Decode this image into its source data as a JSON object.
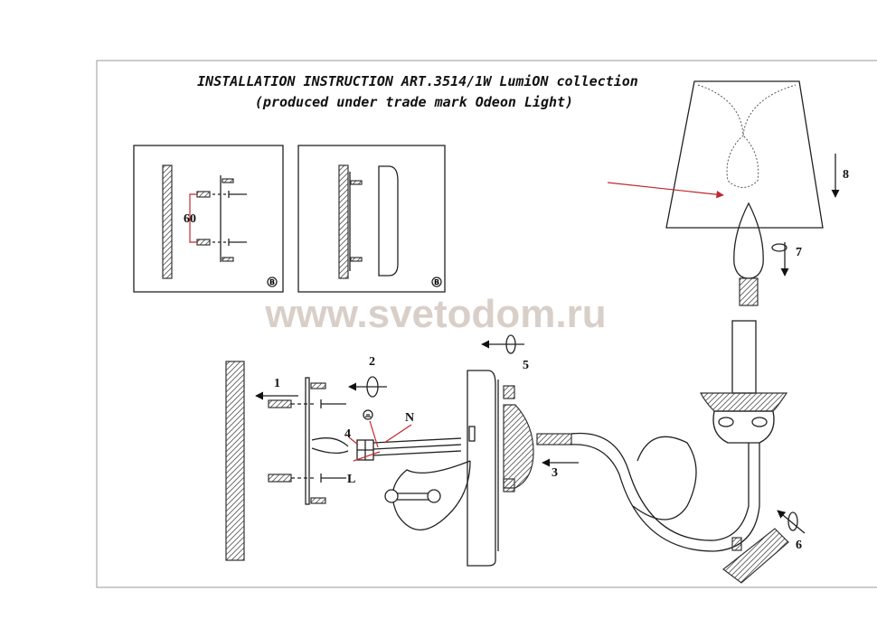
{
  "title": {
    "line1": "INSTALLATION INSTRUCTION ART.3514/1W LumiON collection",
    "line2": "(produced under trade mark Odeon Light)"
  },
  "watermark": "www.svetodom.ru",
  "inset_left": {
    "dimension": "60",
    "badge": "B"
  },
  "inset_right": {
    "badge": "B"
  },
  "steps": [
    "1",
    "2",
    "3",
    "4",
    "5",
    "6",
    "7",
    "8"
  ],
  "wires": {
    "neutral": "N",
    "live": "L"
  },
  "colors": {
    "accent_red": "#c0282d",
    "line": "#222222",
    "watermark": "#d9cfc9"
  }
}
